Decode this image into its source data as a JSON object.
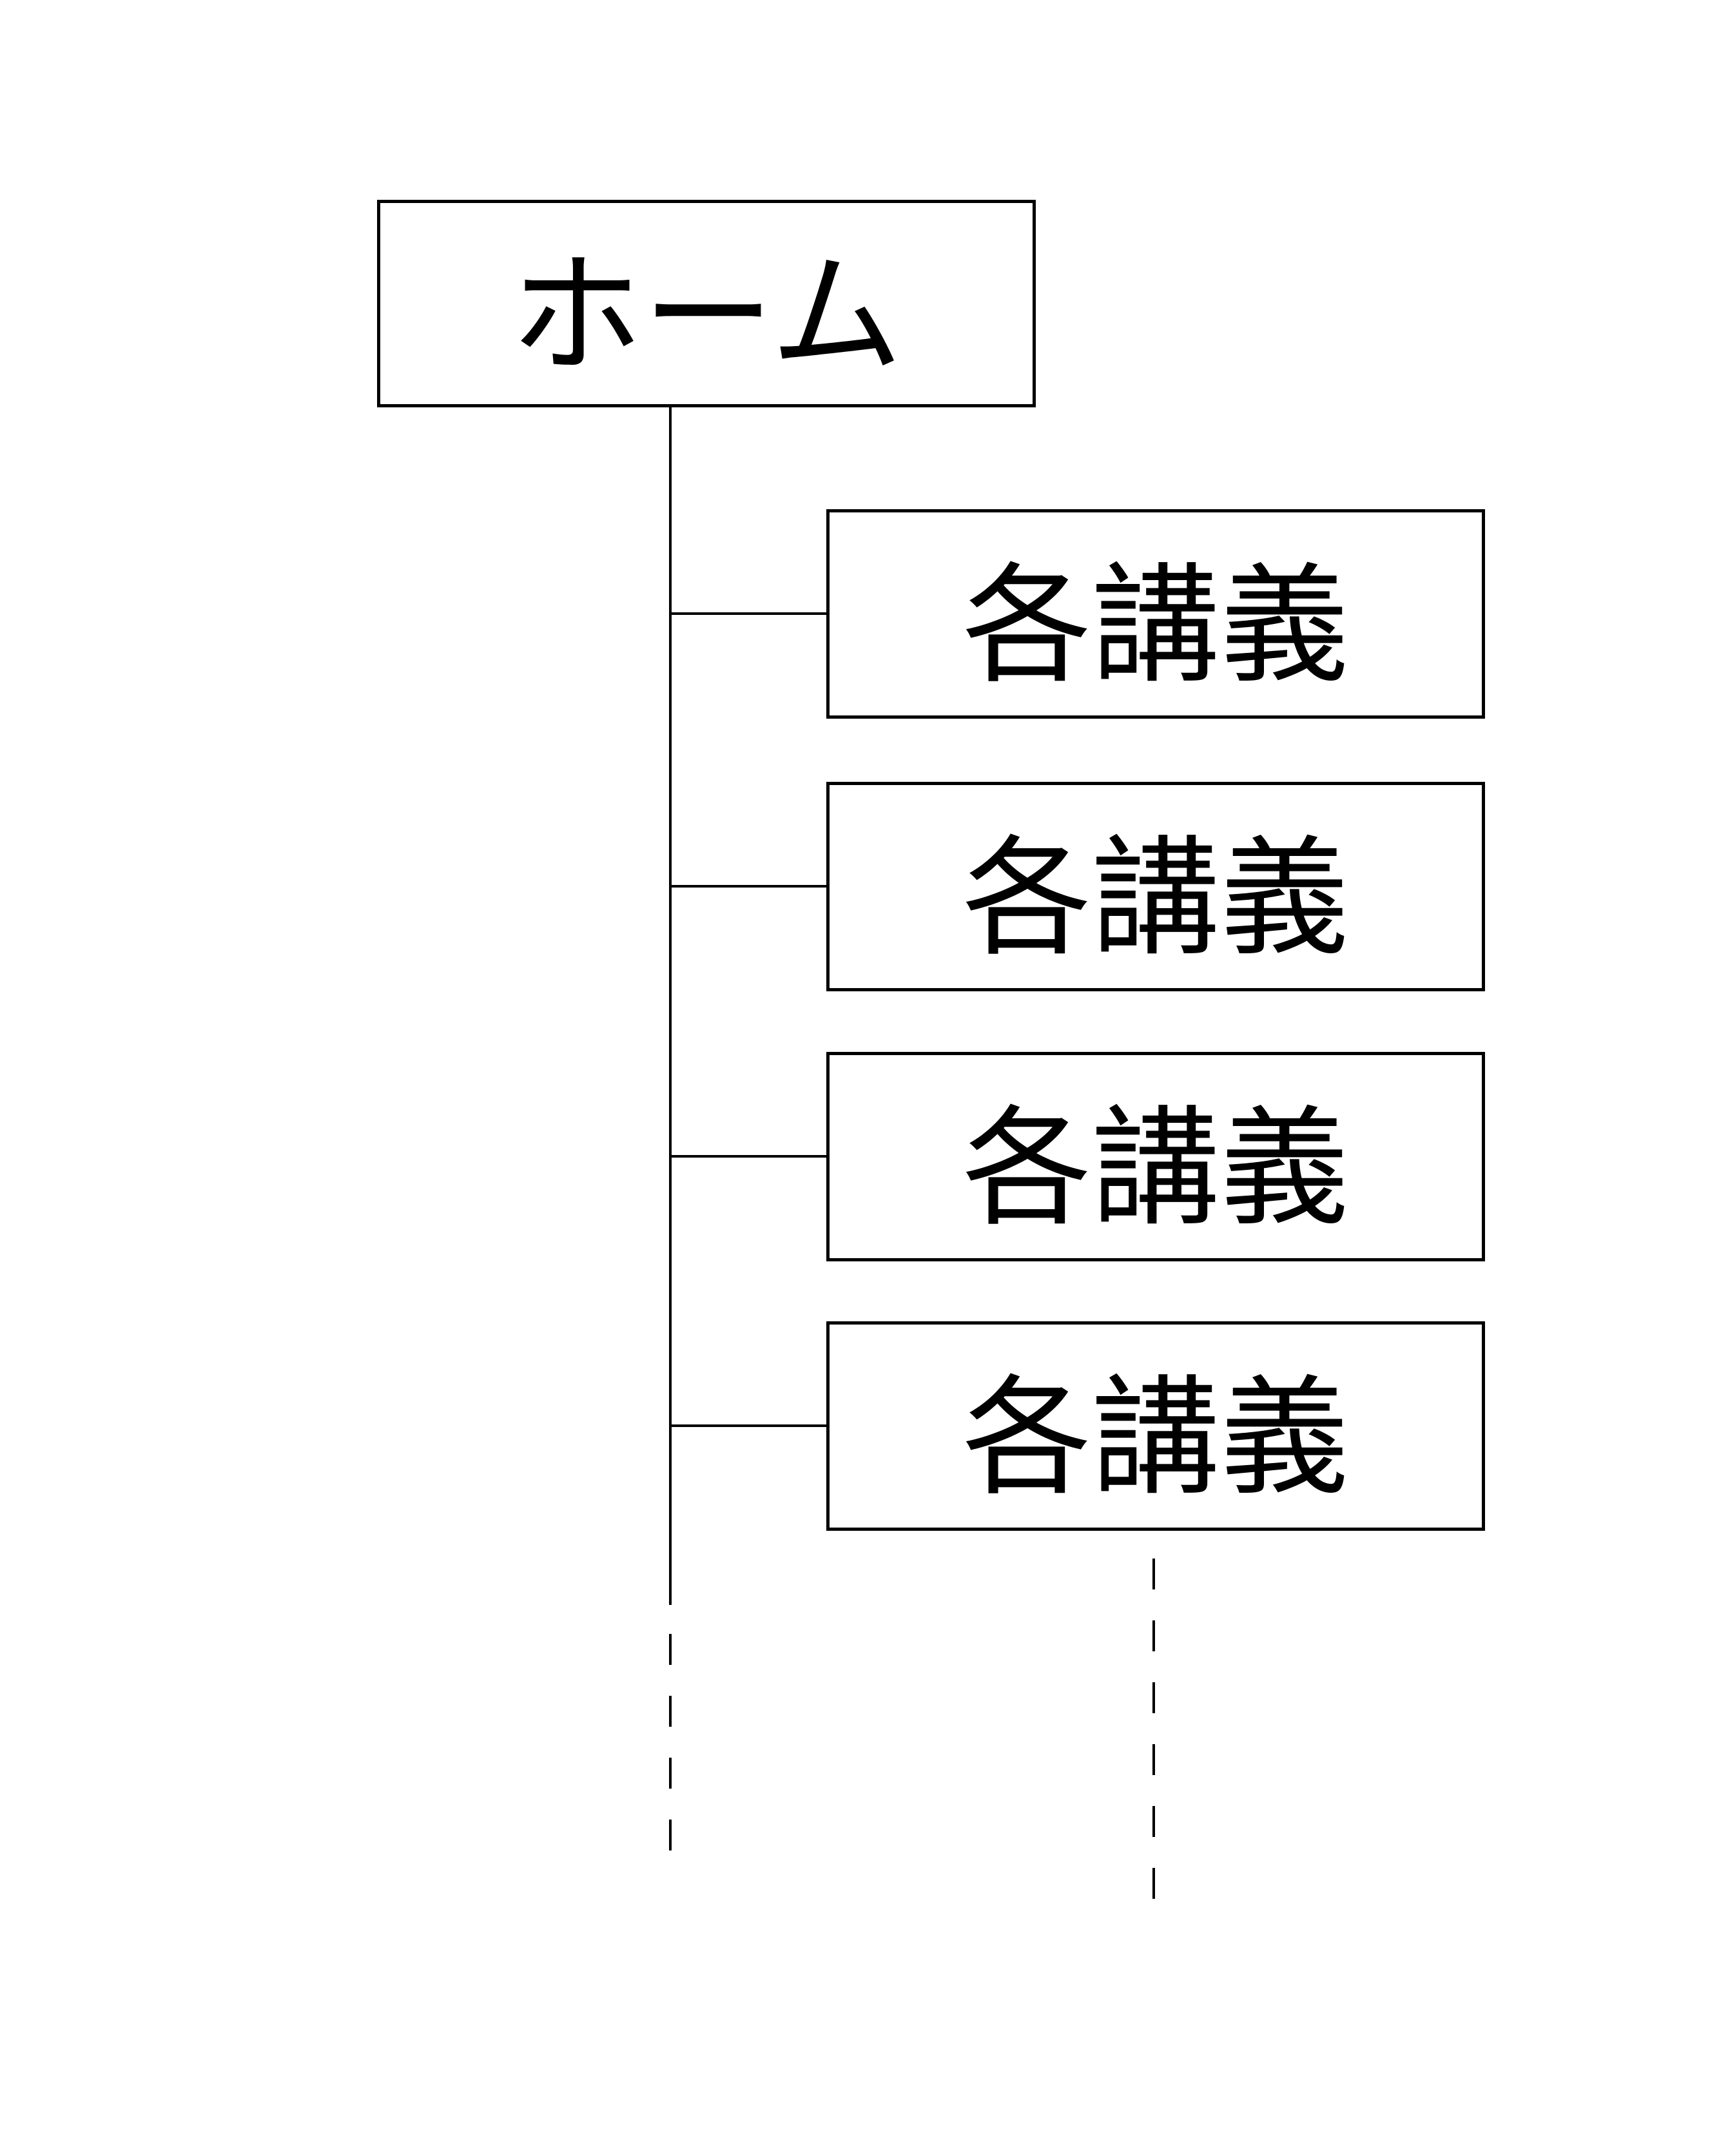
{
  "diagram": {
    "title": "site-structure-tree",
    "root": {
      "label": "ホーム"
    },
    "children": [
      {
        "label": "各講義"
      },
      {
        "label": "各講義"
      },
      {
        "label": "各講義"
      },
      {
        "label": "各講義"
      }
    ],
    "colors": {
      "line": "#000000",
      "box_border": "#000000",
      "background": "#ffffff",
      "text": "#000000"
    }
  }
}
